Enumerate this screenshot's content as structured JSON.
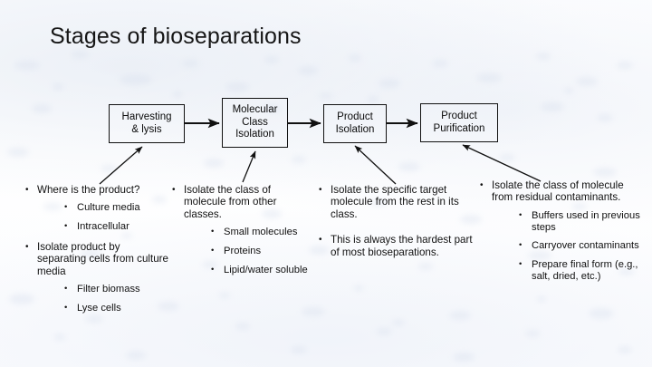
{
  "slide": {
    "title": "Stages of bioseparations",
    "background_color": "#ffffff",
    "accent_color": "#dee5f0",
    "text_color": "#111111"
  },
  "flowchart": {
    "boxes": [
      {
        "id": "harvesting",
        "label": "Harvesting\n& lysis"
      },
      {
        "id": "molecular-class-isolation",
        "label": "Molecular\nClass\nIsolation"
      },
      {
        "id": "product-isolation",
        "label": "Product\nIsolation"
      },
      {
        "id": "product-purification",
        "label": "Product\nPurification"
      }
    ],
    "box_labels": {
      "harvesting_line1": "Harvesting",
      "harvesting_line2": "& lysis",
      "molclass_line1": "Molecular",
      "molclass_line2": "Class",
      "molclass_line3": "Isolation",
      "prodisol_line1": "Product",
      "prodisol_line2": "Isolation",
      "prodpur_line1": "Product",
      "prodpur_line2": "Purification"
    },
    "connectors": [
      {
        "from": "harvesting",
        "to": "molecular-class-isolation",
        "type": "horizontal-arrow"
      },
      {
        "from": "molecular-class-isolation",
        "to": "product-isolation",
        "type": "horizontal-arrow"
      },
      {
        "from": "product-isolation",
        "to": "product-purification",
        "type": "horizontal-arrow"
      },
      {
        "from": "column-1-notes",
        "to": "harvesting",
        "type": "callout-arrow"
      },
      {
        "from": "column-2-notes",
        "to": "molecular-class-isolation",
        "type": "callout-arrow"
      },
      {
        "from": "column-3-notes",
        "to": "product-isolation",
        "type": "callout-arrow"
      },
      {
        "from": "column-4-notes",
        "to": "product-purification",
        "type": "callout-arrow"
      }
    ]
  },
  "columns": [
    {
      "id": "column-1-notes",
      "items": [
        {
          "text": "Where is the product?",
          "sub": [
            "Culture media",
            "Intracellular"
          ]
        },
        {
          "text": "Isolate product by separating cells from culture media",
          "sub": [
            "Filter biomass",
            "Lyse cells"
          ]
        }
      ]
    },
    {
      "id": "column-2-notes",
      "items": [
        {
          "text": "Isolate the class of molecule from other classes.",
          "sub": [
            "Small molecules",
            "Proteins",
            "Lipid/water soluble"
          ]
        }
      ]
    },
    {
      "id": "column-3-notes",
      "items": [
        {
          "text": "Isolate the specific target molecule from the rest in its class.",
          "sub": []
        },
        {
          "text": "This is always the hardest part of most bioseparations.",
          "sub": []
        }
      ]
    },
    {
      "id": "column-4-notes",
      "items": [
        {
          "text": "Isolate the class of molecule from residual contaminants.",
          "sub": [
            "Buffers used in previous steps",
            "Carryover contaminants",
            "Prepare final form (e.g., salt, dried, etc.)"
          ]
        }
      ]
    }
  ]
}
